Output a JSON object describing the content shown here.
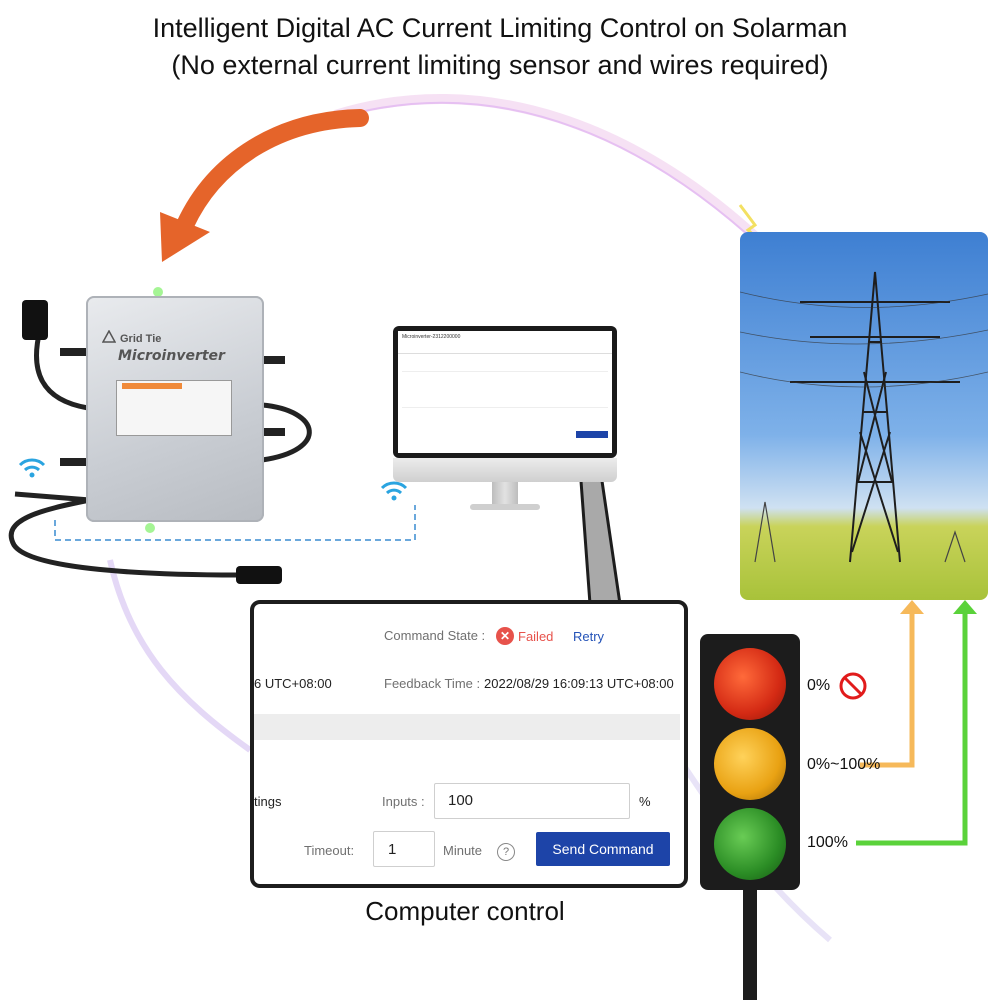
{
  "headline": {
    "line1": "Intelligent Digital AC Current Limiting Control on Solarman",
    "line2": "(No external current limiting sensor and wires required)"
  },
  "inverter": {
    "brand": "Grid Tie",
    "model": "Microinverter"
  },
  "monitor": {
    "screen_title": "Microinverter-2312200000"
  },
  "zoom_panel": {
    "command_state_label": "Command State :",
    "command_state_value": "Failed",
    "retry_label": "Retry",
    "cut_time": "6 UTC+08:00",
    "feedback_label": "Feedback Time :",
    "feedback_value": "2022/08/29 16:09:13 UTC+08:00",
    "settings_fragment": "tings",
    "inputs_label": "Inputs :",
    "inputs_value": "100",
    "percent": "%",
    "timeout_label": "Timeout:",
    "timeout_value": "1",
    "minute_label": "Minute",
    "help_glyph": "?",
    "send_button": "Send Command"
  },
  "caption": "Computer control",
  "traffic_light": {
    "red_label": "0%",
    "yellow_label": "0%~100%",
    "green_label": "100%"
  },
  "colors": {
    "arrow_orange": "#e5642a",
    "line_yellow": "#f6b95a",
    "line_green": "#5ad23a",
    "wifi_blue": "#2aa4e0",
    "button_blue": "#1d44a8",
    "failed_red": "#e7524b"
  },
  "icons": [
    "wifi-icon",
    "failed-icon",
    "help-icon",
    "no-entry-icon",
    "grid-tie-logo-icon"
  ]
}
